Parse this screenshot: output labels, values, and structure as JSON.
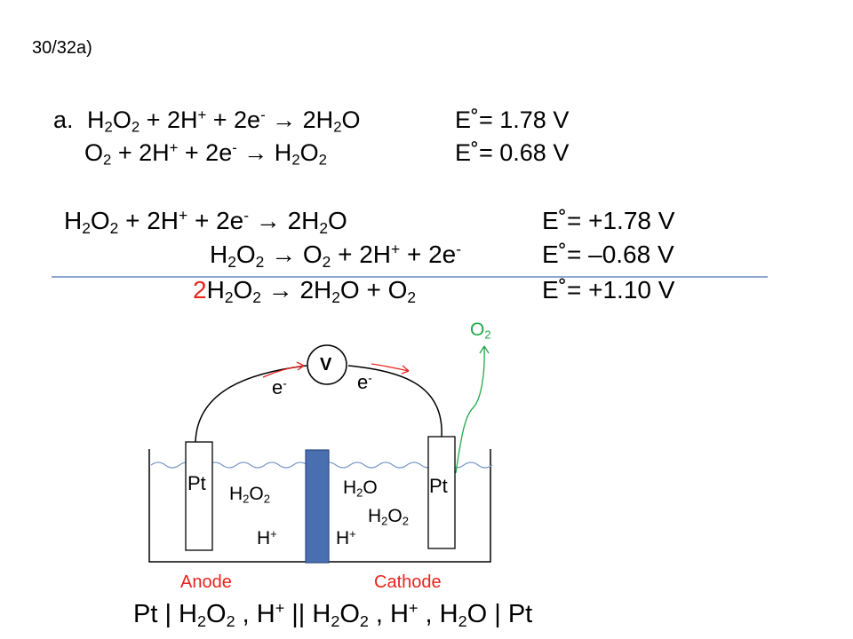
{
  "slide_label": "30/32a)",
  "part_a": {
    "letter": "a.",
    "eq1": "H2O2 + 2H+ + 2e- → 2H2O",
    "eq1_e": "E˚= 1.78 V",
    "eq2": "O2 + 2H+ + 2e- → H2O2",
    "eq2_e": "E˚= 0.68 V"
  },
  "combined": {
    "reduction": "H2O2 + 2H+ + 2e- → 2H2O",
    "reduction_e": "E˚= +1.78 V",
    "oxidation": "H2O2 → O2 + 2H+ + 2e-",
    "oxidation_e": "E˚= –0.68 V",
    "overall_coefficient": "2",
    "overall": "H2O2 → 2H2O + O2",
    "overall_e": "E˚= +1.10 V"
  },
  "cell": {
    "voltmeter": "V",
    "electron_left": "e-",
    "electron_right": "e-",
    "gas": "O2",
    "left_electrode": "Pt",
    "right_electrode": "Pt",
    "left_species": [
      "H2O2",
      "H+"
    ],
    "right_species": [
      "H2O",
      "H2O2",
      "H+"
    ],
    "anode_label": "Anode",
    "cathode_label": "Cathode",
    "notation": "Pt | H2O2 , H+ || H2O2 , H+ , H2O | Pt"
  },
  "colors": {
    "red": "#e8231c",
    "green": "#22a84a",
    "divider": "#4a72b8",
    "salt_bridge": "#4a6fb0",
    "water": "#7a9ac8"
  }
}
